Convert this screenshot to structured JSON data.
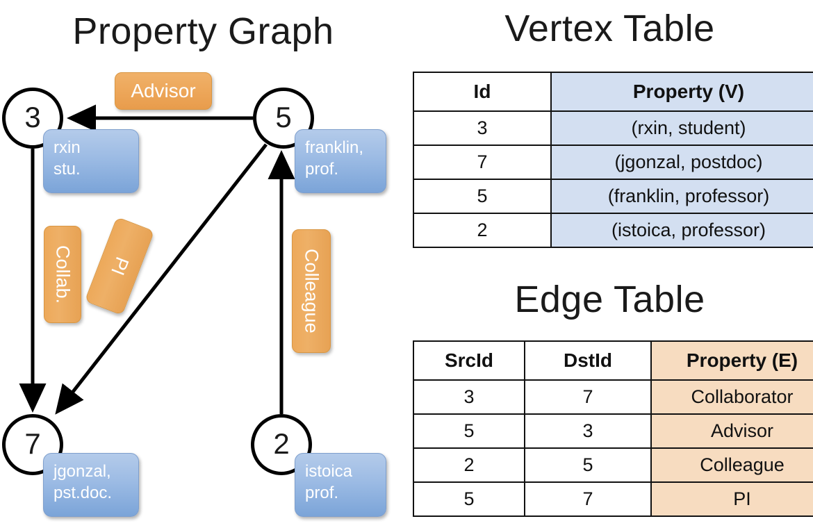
{
  "titles": {
    "property_graph": "Property Graph",
    "vertex_table": "Vertex Table",
    "edge_table": "Edge Table"
  },
  "graph": {
    "nodes": [
      {
        "id": "3",
        "property_lines": [
          "rxin",
          "stu."
        ]
      },
      {
        "id": "5",
        "property_lines": [
          "franklin,",
          "prof."
        ]
      },
      {
        "id": "7",
        "property_lines": [
          "jgonzal,",
          "pst.doc."
        ]
      },
      {
        "id": "2",
        "property_lines": [
          "istoica",
          "prof."
        ]
      }
    ],
    "edge_labels": [
      {
        "name": "advisor",
        "text": "Advisor"
      },
      {
        "name": "collab",
        "text": "Collab."
      },
      {
        "name": "pi",
        "text": "PI"
      },
      {
        "name": "colleague",
        "text": "Colleague"
      }
    ],
    "edges": [
      {
        "src": "5",
        "dst": "3",
        "label": "Advisor"
      },
      {
        "src": "3",
        "dst": "7",
        "label": "Collab."
      },
      {
        "src": "5",
        "dst": "7",
        "label": "PI"
      },
      {
        "src": "2",
        "dst": "5",
        "label": "Colleague"
      }
    ]
  },
  "vertex_table": {
    "headers": [
      "Id",
      "Property (V)"
    ],
    "rows": [
      {
        "id": "3",
        "property": "(rxin, student)"
      },
      {
        "id": "7",
        "property": "(jgonzal, postdoc)"
      },
      {
        "id": "5",
        "property": "(franklin, professor)"
      },
      {
        "id": "2",
        "property": "(istoica, professor)"
      }
    ]
  },
  "edge_table": {
    "headers": [
      "SrcId",
      "DstId",
      "Property (E)"
    ],
    "rows": [
      {
        "src": "3",
        "dst": "7",
        "property": "Collaborator"
      },
      {
        "src": "5",
        "dst": "3",
        "property": "Advisor"
      },
      {
        "src": "2",
        "dst": "5",
        "property": "Colleague"
      },
      {
        "src": "5",
        "dst": "7",
        "property": "PI"
      }
    ]
  },
  "colors": {
    "vertex_property_fill": "#d3dff1",
    "edge_property_fill": "#f7dcc0",
    "node_callout_blue": "#9cbbe4",
    "edge_chip_orange": "#eda95a",
    "stroke": "#000000",
    "background": "#ffffff"
  }
}
